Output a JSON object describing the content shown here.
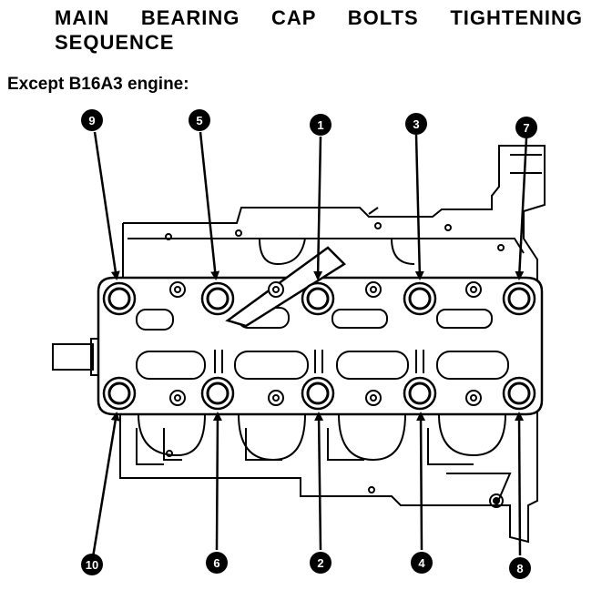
{
  "title": "MAIN BEARING CAP BOLTS TIGHTENING SEQUENCE",
  "subtitle": "Except B16A3 engine:",
  "sequence": {
    "top_row": [
      "9",
      "5",
      "1",
      "3",
      "7"
    ],
    "bottom_row": [
      "10",
      "6",
      "2",
      "4",
      "8"
    ]
  }
}
